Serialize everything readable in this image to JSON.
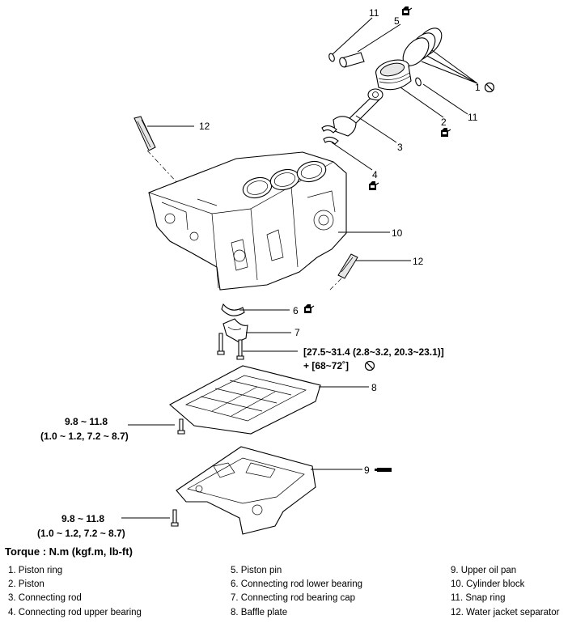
{
  "callouts": {
    "c1": "1",
    "c2": "2",
    "c3": "3",
    "c4": "4",
    "c5": "5",
    "c6": "6",
    "c7": "7",
    "c8": "8",
    "c9": "9",
    "c10": "10",
    "c11a": "11",
    "c11b": "11",
    "c12a": "12",
    "c12b": "12"
  },
  "torque_specs": {
    "bearing_cap_line1": "[27.5~31.4 (2.8~3.2, 20.3~23.1)]",
    "bearing_cap_line2": "+ [68~72˚]",
    "baffle_line1": "9.8 ~ 11.8",
    "baffle_line2": "(1.0 ~ 1.2, 7.2 ~ 8.7)",
    "oilpan_line1": "9.8 ~ 11.8",
    "oilpan_line2": "(1.0 ~ 1.2, 7.2 ~ 8.7)"
  },
  "torque_title": "Torque : N.m (kgf.m, lb-ft)",
  "legend": {
    "col1": [
      "1. Piston ring",
      "2. Piston",
      "3. Connecting rod",
      "4. Connecting rod upper bearing"
    ],
    "col2": [
      "5. Piston pin",
      "6. Connecting rod lower bearing",
      "7. Connecting rod bearing cap",
      "8. Baffle plate"
    ],
    "col3": [
      "9. Upper oil pan",
      "10. Cylinder block",
      "11. Snap ring",
      "12. Water jacket separator"
    ]
  },
  "icons": [
    "oil-can-icon",
    "no-reuse-icon",
    "sealant-tube-icon"
  ]
}
